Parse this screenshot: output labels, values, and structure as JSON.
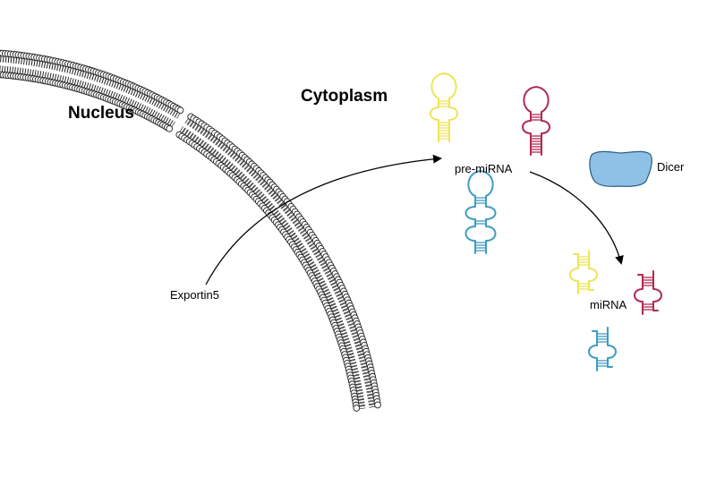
{
  "labels": {
    "nucleus": "Nucleus",
    "cytoplasm": "Cytoplasm",
    "exportin": "Exportin5",
    "pre_mirna": "pre-miRNA",
    "mirna": "miRNA",
    "dicer": "Dicer"
  },
  "colors": {
    "yellow_rna": "#eee45a",
    "crimson_rna": "#b02a52",
    "blue_rna": "#3f9cc2",
    "dicer_fill": "#8fc0e6",
    "membrane": "#222222"
  },
  "icons": [
    "membrane-upper-icon",
    "membrane-lower-icon",
    "dicer-enzyme-icon",
    "pre-mirna-hairpin-icon",
    "mirna-duplex-icon",
    "export-arrow-icon",
    "dicing-arrow-icon"
  ]
}
